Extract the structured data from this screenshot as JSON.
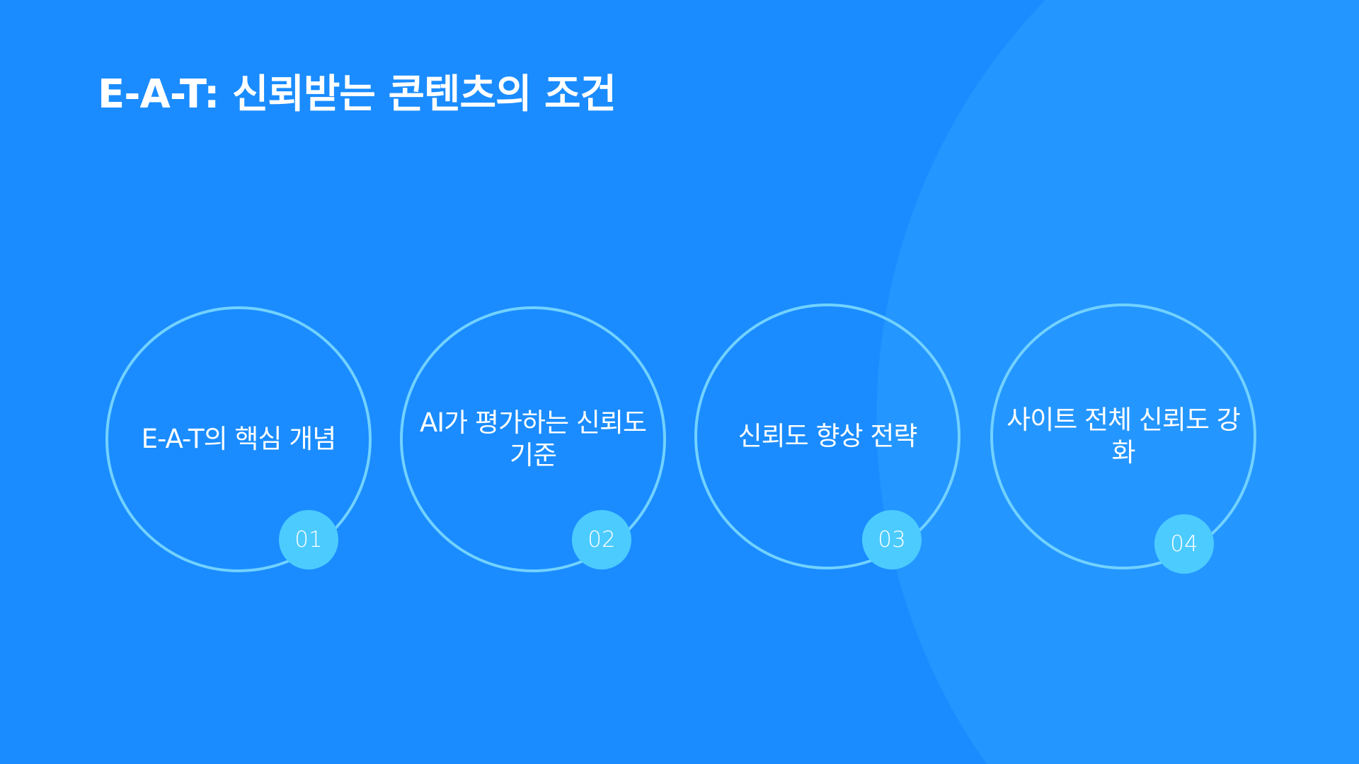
{
  "title": "E-A-T: 신뢰받는 콘텐츠의 조건",
  "steps": [
    {
      "number": "01",
      "label": "E-A-T의 핵심 개념"
    },
    {
      "number": "02",
      "label": "AI가 평가하는 신뢰도 기준"
    },
    {
      "number": "03",
      "label": "신뢰도 향상 전략"
    },
    {
      "number": "04",
      "label": "사이트 전체 신뢰도 강화"
    }
  ],
  "colors": {
    "background": "#1a8cff",
    "ring": "#72d2ff",
    "badge": "#4ccbff"
  }
}
